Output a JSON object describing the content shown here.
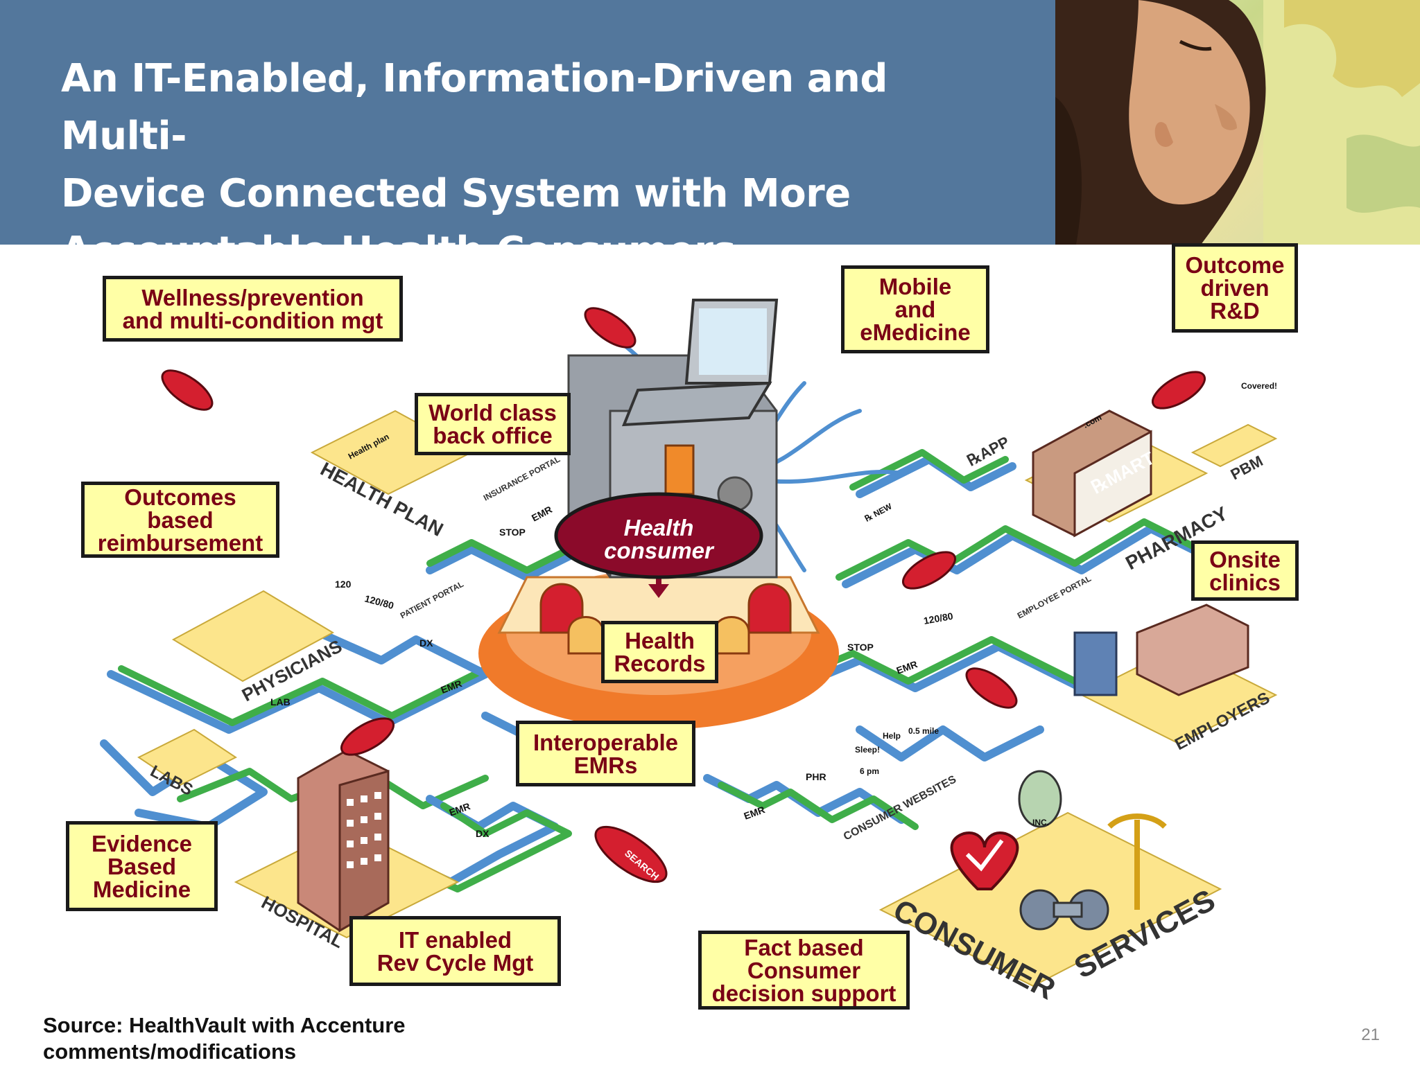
{
  "header": {
    "title": "An IT-Enabled, Information-Driven and Multi-\nDevice Connected System with More\nAccountable Health Consumers"
  },
  "center": {
    "health_consumer": "Health\nconsumer"
  },
  "labels": {
    "wellness": "Wellness/prevention\nand multi-condition mgt",
    "world_class": "World class\nback office",
    "mobile": "Mobile\nand\neMedicine",
    "outcome_rd": "Outcome\ndriven\nR&D",
    "outcomes_reimb": "Outcomes\nbased\nreimbursement",
    "onsite": "Onsite\nclinics",
    "health_records": "Health\nRecords",
    "interoperable": "Interoperable\nEMRs",
    "evidence": "Evidence\nBased\nMedicine",
    "it_enabled": "IT enabled\nRev Cycle Mgt",
    "fact_based": "Fact based\nConsumer\ndecision support"
  },
  "zones": {
    "health_plan": "HEALTH PLAN",
    "pharmacy": "PHARMACY",
    "pbm": "PBM",
    "rx_mart": "℞MART",
    "rx_app": "℞APP",
    "physicians": "PHYSICIANS",
    "labs": "LABS",
    "hospital": "HOSPITAL",
    "employers": "EMPLOYERS",
    "consumer": "CONSUMER",
    "services": "SERVICES",
    "consumer_websites": "CONSUMER WEBSITES",
    "insurance_portal": "INSURANCE PORTAL",
    "patient_portal": "PATIENT PORTAL",
    "employee_portal": "EMPLOYEE PORTAL",
    "search": "SEARCH"
  },
  "tags": {
    "emr": "EMR",
    "stop": "STOP",
    "dx": "DX",
    "lab": "LAB",
    "phr": "PHR",
    "bp1": "120/80",
    "bp2": "120",
    "covered": "Covered!",
    "dotcom": ".com",
    "help": "Help",
    "sleep": "Sleep!",
    "time": "6 pm",
    "mile": "0.5 mile",
    "inc": "INC.",
    "health_plan_card": "Health plan",
    "rx_new": "℞ NEW"
  },
  "footer": {
    "source": "Source: HealthVault with Accenture\ncomments/modifications",
    "page": "21"
  },
  "colors": {
    "header_bg": "#53779c",
    "label_bg": "#ffffa6",
    "label_text": "#7a0015",
    "consumer_ellipse": "#8b0a2a",
    "base_orange": "#f07a2a",
    "path_blue": "#4f8fd0",
    "path_green": "#3fae49",
    "platform_yellow": "#fce58c"
  }
}
